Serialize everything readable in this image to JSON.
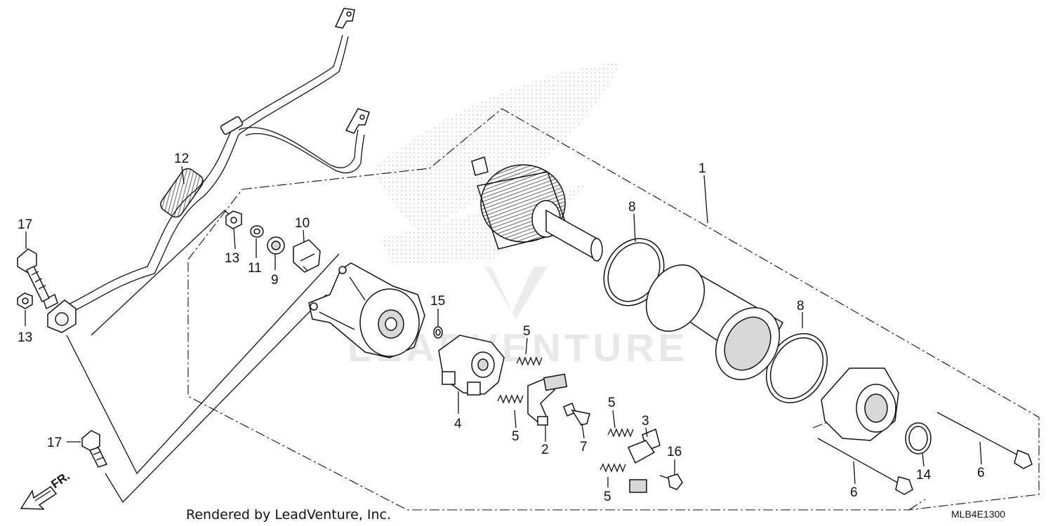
{
  "watermark": "LEADVENTURE",
  "callouts": {
    "c1": "1",
    "c2": "2",
    "c3": "3",
    "c4": "4",
    "c5a": "5",
    "c5b": "5",
    "c5c": "5",
    "c5d": "5",
    "c6a": "6",
    "c6b": "6",
    "c7": "7",
    "c8a": "8",
    "c8b": "8",
    "c9": "9",
    "c10": "10",
    "c11": "11",
    "c12": "12",
    "c13a": "13",
    "c13b": "13",
    "c14": "14",
    "c15": "15",
    "c16": "16",
    "c17a": "17",
    "c17b": "17"
  },
  "direction_label": "FR.",
  "footer": {
    "rendered_by": "Rendered by LeadVenture, Inc.",
    "diagram_code": "MLB4E1300"
  }
}
